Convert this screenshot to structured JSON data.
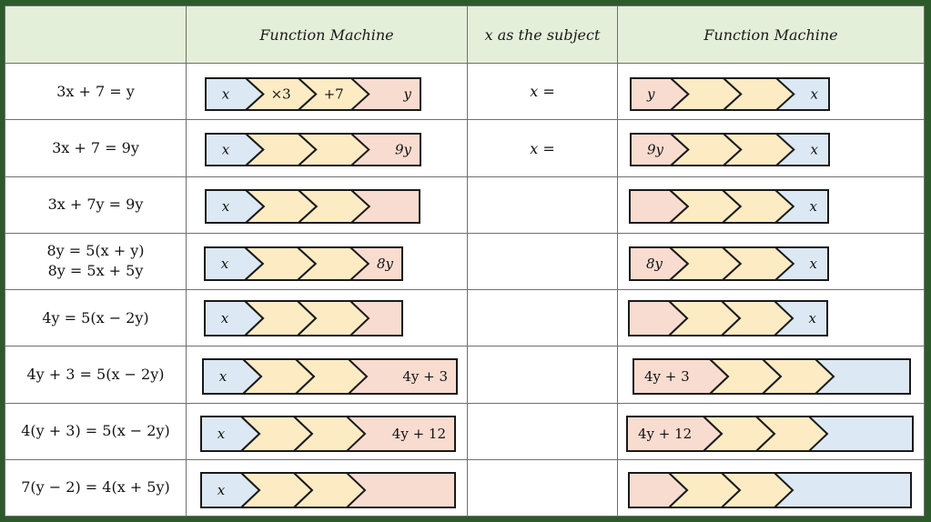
{
  "header": {
    "col1": "",
    "col2": "Function Machine",
    "col3": "x as the subject",
    "col4": "Function Machine"
  },
  "colors": {
    "frame": "#2c5a2a",
    "header_bg": "#e4efd9",
    "input_box": "#dce8f3",
    "operation_box": "#fdebc4",
    "output_box": "#f9dcd0",
    "outline": "#1a1a1a"
  },
  "rows": [
    {
      "equation": [
        "3x + 7 = y"
      ],
      "forward": {
        "input": "x",
        "ops": [
          "×3",
          "+7"
        ],
        "output": "y"
      },
      "x_subject": "x =",
      "inverse": {
        "input": "y",
        "ops": [
          "",
          ""
        ],
        "output": "x"
      }
    },
    {
      "equation": [
        "3x + 7 = 9y"
      ],
      "forward": {
        "input": "x",
        "ops": [
          "",
          ""
        ],
        "output": "9y"
      },
      "x_subject": "x =",
      "inverse": {
        "input": "9y",
        "ops": [
          "",
          ""
        ],
        "output": "x"
      }
    },
    {
      "equation": [
        "3x + 7y = 9y"
      ],
      "forward": {
        "input": "x",
        "ops": [
          "",
          ""
        ],
        "output": ""
      },
      "x_subject": "",
      "inverse": {
        "input": "",
        "ops": [
          "",
          ""
        ],
        "output": "x"
      }
    },
    {
      "equation": [
        "8y = 5(x + y)",
        "8y = 5x + 5y"
      ],
      "forward": {
        "input": "x",
        "ops": [
          "",
          ""
        ],
        "output": "8y"
      },
      "x_subject": "",
      "inverse": {
        "input": "8y",
        "ops": [
          "",
          ""
        ],
        "output": "x"
      }
    },
    {
      "equation": [
        "4y = 5(x − 2y)"
      ],
      "forward": {
        "input": "x",
        "ops": [
          "",
          ""
        ],
        "output": ""
      },
      "x_subject": "",
      "inverse": {
        "input": "",
        "ops": [
          "",
          ""
        ],
        "output": "x"
      }
    },
    {
      "equation": [
        "4y + 3 = 5(x − 2y)"
      ],
      "forward": {
        "input": "x",
        "ops": [
          "",
          ""
        ],
        "output": "4y + 3"
      },
      "x_subject": "",
      "inverse": {
        "input": "4y + 3",
        "ops": [
          "",
          ""
        ],
        "output": ""
      }
    },
    {
      "equation": [
        "4(y + 3) = 5(x − 2y)"
      ],
      "forward": {
        "input": "x",
        "ops": [
          "",
          ""
        ],
        "output": "4y + 12"
      },
      "x_subject": "",
      "inverse": {
        "input": "4y + 12",
        "ops": [
          "",
          ""
        ],
        "output": ""
      }
    },
    {
      "equation": [
        "7(y − 2) = 4(x + 5y)"
      ],
      "forward": {
        "input": "x",
        "ops": [
          "",
          ""
        ],
        "output": ""
      },
      "x_subject": "",
      "inverse": {
        "input": "",
        "ops": [
          "",
          ""
        ],
        "output": ""
      }
    }
  ]
}
